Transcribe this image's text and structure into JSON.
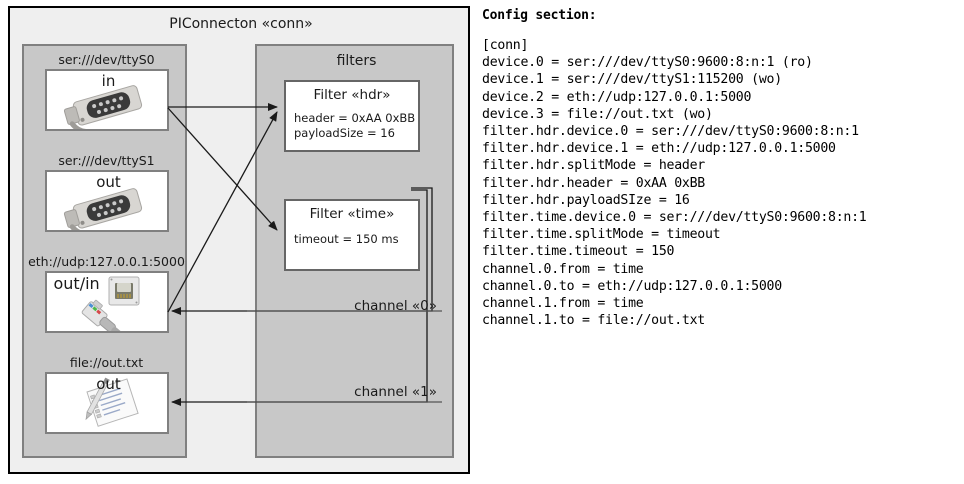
{
  "diagram": {
    "title": "PIConnecton «conn»",
    "devices_panel": {
      "name": "devices",
      "items": [
        {
          "caption": "ser:///dev/ttyS0",
          "label": "in",
          "icon": "serial-port-icon"
        },
        {
          "caption": "ser:///dev/ttyS1",
          "label": "out",
          "icon": "serial-port-icon"
        },
        {
          "caption": "eth://udp:127.0.0.1:5000",
          "label": "out/in",
          "icon": "ethernet-jack-icon"
        },
        {
          "caption": "file://out.txt",
          "label": "out",
          "icon": "text-file-icon"
        }
      ]
    },
    "filters_panel": {
      "title": "filters",
      "filters": [
        {
          "title": "Filter «hdr»",
          "props": [
            "header = 0xAA 0xBB",
            "payloadSize = 16"
          ]
        },
        {
          "title": "Filter «time»",
          "props": [
            "timeout = 150 ms"
          ]
        }
      ],
      "channels": [
        {
          "label": "channel «0»"
        },
        {
          "label": "channel «1»"
        }
      ]
    }
  },
  "config": {
    "heading": "Config section:",
    "text": "[conn]\ndevice.0 = ser:///dev/ttyS0:9600:8:n:1 (ro)\ndevice.1 = ser:///dev/ttyS1:115200 (wo)\ndevice.2 = eth://udp:127.0.0.1:5000\ndevice.3 = file://out.txt (wo)\nfilter.hdr.device.0 = ser:///dev/ttyS0:9600:8:n:1\nfilter.hdr.device.1 = eth://udp:127.0.0.1:5000\nfilter.hdr.splitMode = header\nfilter.hdr.header = 0xAA 0xBB\nfilter.hdr.payloadSIze = 16\nfilter.time.device.0 = ser:///dev/ttyS0:9600:8:n:1\nfilter.time.splitMode = timeout\nfilter.time.timeout = 150\nchannel.0.from = time\nchannel.0.to = eth://udp:127.0.0.1:5000\nchannel.1.from = time\nchannel.1.to = file://out.txt"
  },
  "colors": {
    "frame_border": "#000000",
    "panel_fill": "#c8c8c8",
    "panel_border": "#808080",
    "diagram_fill": "#efefef",
    "box_fill": "#ffffff",
    "wire": "#1a1a1a"
  }
}
